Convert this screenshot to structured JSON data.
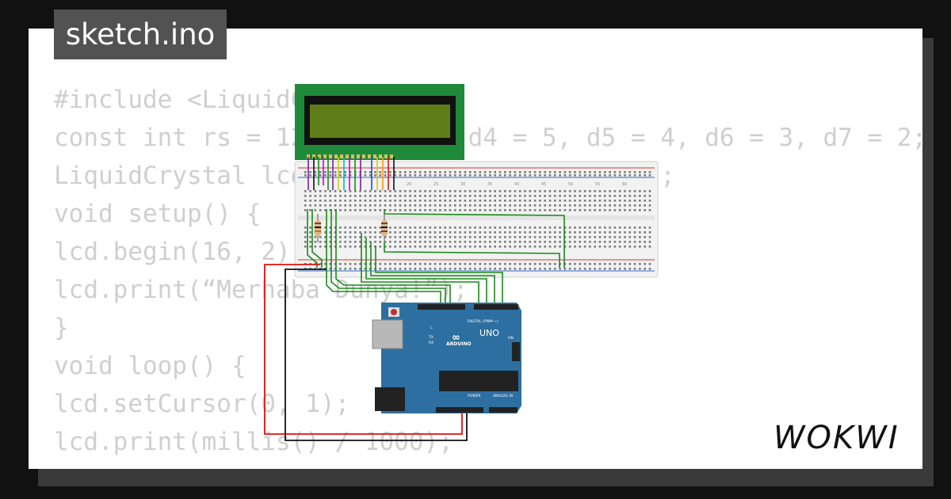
{
  "file_tab": {
    "label": "sketch.ino"
  },
  "code_lines": [
    "#include <LiquidCrystal.h>",
    "const int rs = 12, en = 11, d4 = 5, d5 = 4, d6 = 3, d7 = 2;",
    "LiquidCrystal lcd(rs, en, d4, d5, d6, d7);",
    "void setup() {",
    "lcd.begin(16, 2);",
    "lcd.print(“Merhaba Dunya!”);",
    "}",
    "void loop() {",
    "lcd.setCursor(0, 1);",
    "lcd.print(millis() / 1000);",
    "}"
  ],
  "brand": {
    "name": "WOKWI"
  },
  "arduino": {
    "model": "UNO",
    "brand": "ARDUINO",
    "digital_label": "DIGITAL (PWM ~)",
    "power_label": "POWER",
    "analog_label": "ANALOG IN",
    "on_label": "ON",
    "tx_label": "TX",
    "rx_label": "RX",
    "l_label": "L"
  },
  "breadboard": {
    "row_numbers": [
      "20",
      "25",
      "30",
      "35",
      "40",
      "45",
      "50",
      "55",
      "60"
    ]
  },
  "colors": {
    "background": "#111111",
    "card": "#ffffff",
    "tab": "#525252",
    "code_text": "#cfcfcf",
    "lcd_pcb": "#1f8a3a",
    "lcd_screen": "#5f7d19",
    "arduino_board": "#2d6fa0",
    "wire_green": "#1a8a1a",
    "wire_red": "#e01010",
    "wire_black": "#111111"
  }
}
